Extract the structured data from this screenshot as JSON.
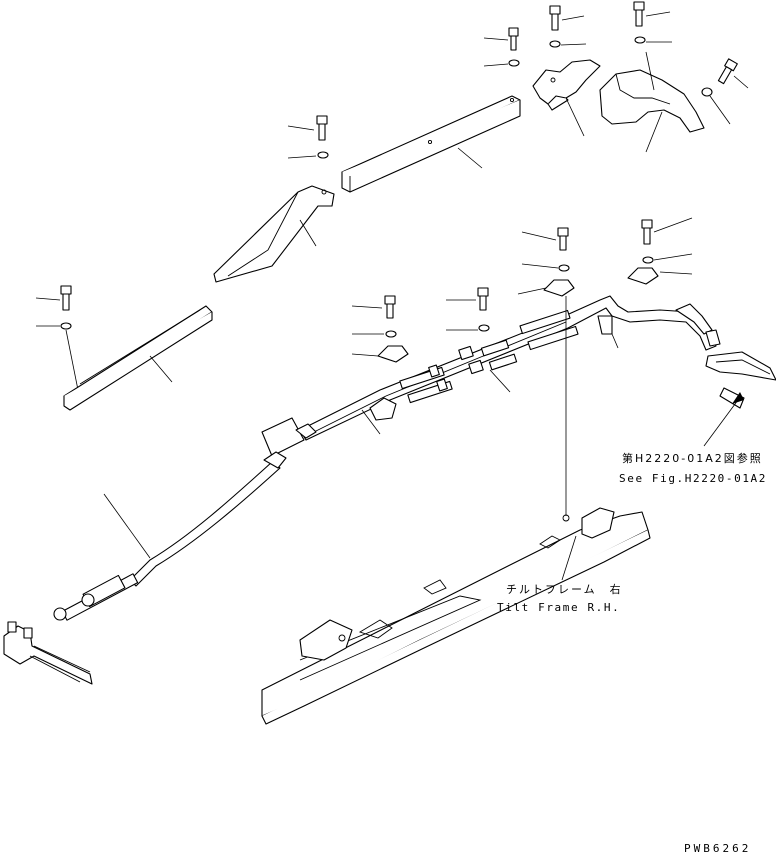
{
  "references": {
    "fig_jp": "第H2220-01A2図参照",
    "fig_en": "See Fig.H2220-01A2"
  },
  "parts": {
    "tilt_frame_jp": "チルトフレーム　右",
    "tilt_frame_en": "Tilt Frame R.H."
  },
  "drawing_code": "PWB6262",
  "colors": {
    "line": "#000000",
    "background": "#ffffff"
  }
}
